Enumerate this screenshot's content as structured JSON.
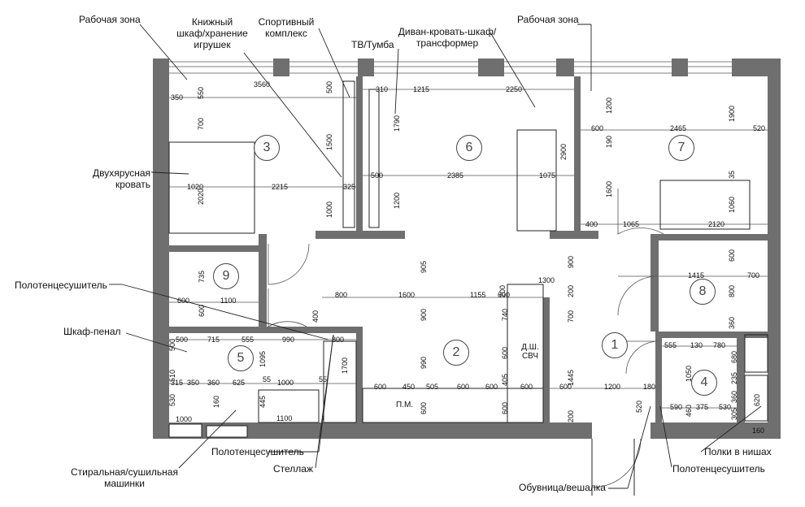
{
  "colors": {
    "wall": "#6f6f6f",
    "line": "#222222",
    "thin": "#555555",
    "hatch": "#9a9a9a"
  },
  "rooms": [
    "1",
    "2",
    "3",
    "4",
    "5",
    "6",
    "7",
    "8",
    "9"
  ],
  "labels": {
    "work_zone_left": "Рабочая зона",
    "bookshelf": "Книжный\nшкаф/хранение\nигрушек",
    "sport": "Спортивный\nкомплекс",
    "tv": "ТВ/Тумба",
    "sofa": "Диван-кровать-шкаф/\nтрансформер",
    "work_zone_right": "Рабочая зона",
    "bunk_bed": "Двухярусная\nкровать",
    "towel_left": "Полотенцесушитель",
    "wardrobe": "Шкаф-пенал",
    "towel_bottom": "Полотенцесушитель",
    "washer": "Стиральная/сушильная\nмашинки",
    "rack": "Стеллаж",
    "shoe": "Обувница/вешалка",
    "towel_right": "Полотенцесушитель",
    "niches": "Полки в нишах"
  },
  "tags": {
    "dishwasher_mw": "Д.Ш.\nСВЧ",
    "pm": "П.М."
  },
  "dims": {
    "r3": [
      "350",
      "550",
      "3560",
      "500",
      "700",
      "1500",
      "1020",
      "2215",
      "325",
      "2020",
      "1000"
    ],
    "r6": [
      "310",
      "1215",
      "2250",
      "1790",
      "2900",
      "500",
      "2385",
      "1075",
      "1200"
    ],
    "r7": [
      "1200",
      "1900",
      "600",
      "2465",
      "520",
      "190",
      "1600",
      "35",
      "1060",
      "400",
      "1065",
      "2120"
    ],
    "r9": [
      "735",
      "600",
      "1100",
      "600"
    ],
    "r2": [
      "800",
      "1600",
      "1155",
      "905",
      "400",
      "900",
      "740",
      "990",
      "600",
      "405",
      "600",
      "450",
      "505",
      "600",
      "600",
      "600",
      "600",
      "600",
      "600",
      "1300",
      "600",
      "200"
    ],
    "r1": [
      "900",
      "700",
      "1445",
      "1200",
      "180",
      "520",
      "200",
      "200"
    ],
    "r8": [
      "600",
      "1415",
      "700",
      "800",
      "360"
    ],
    "r5": [
      "500",
      "715",
      "555",
      "990",
      "800",
      "500",
      "1095",
      "1700",
      "510",
      "315",
      "350",
      "360",
      "625",
      "55",
      "1000",
      "55",
      "530",
      "160",
      "445",
      "1000",
      "1100"
    ],
    "r4": [
      "555",
      "130",
      "780",
      "680",
      "1050",
      "235",
      "360",
      "620",
      "590",
      "375",
      "530",
      "460",
      "305",
      "160"
    ]
  }
}
